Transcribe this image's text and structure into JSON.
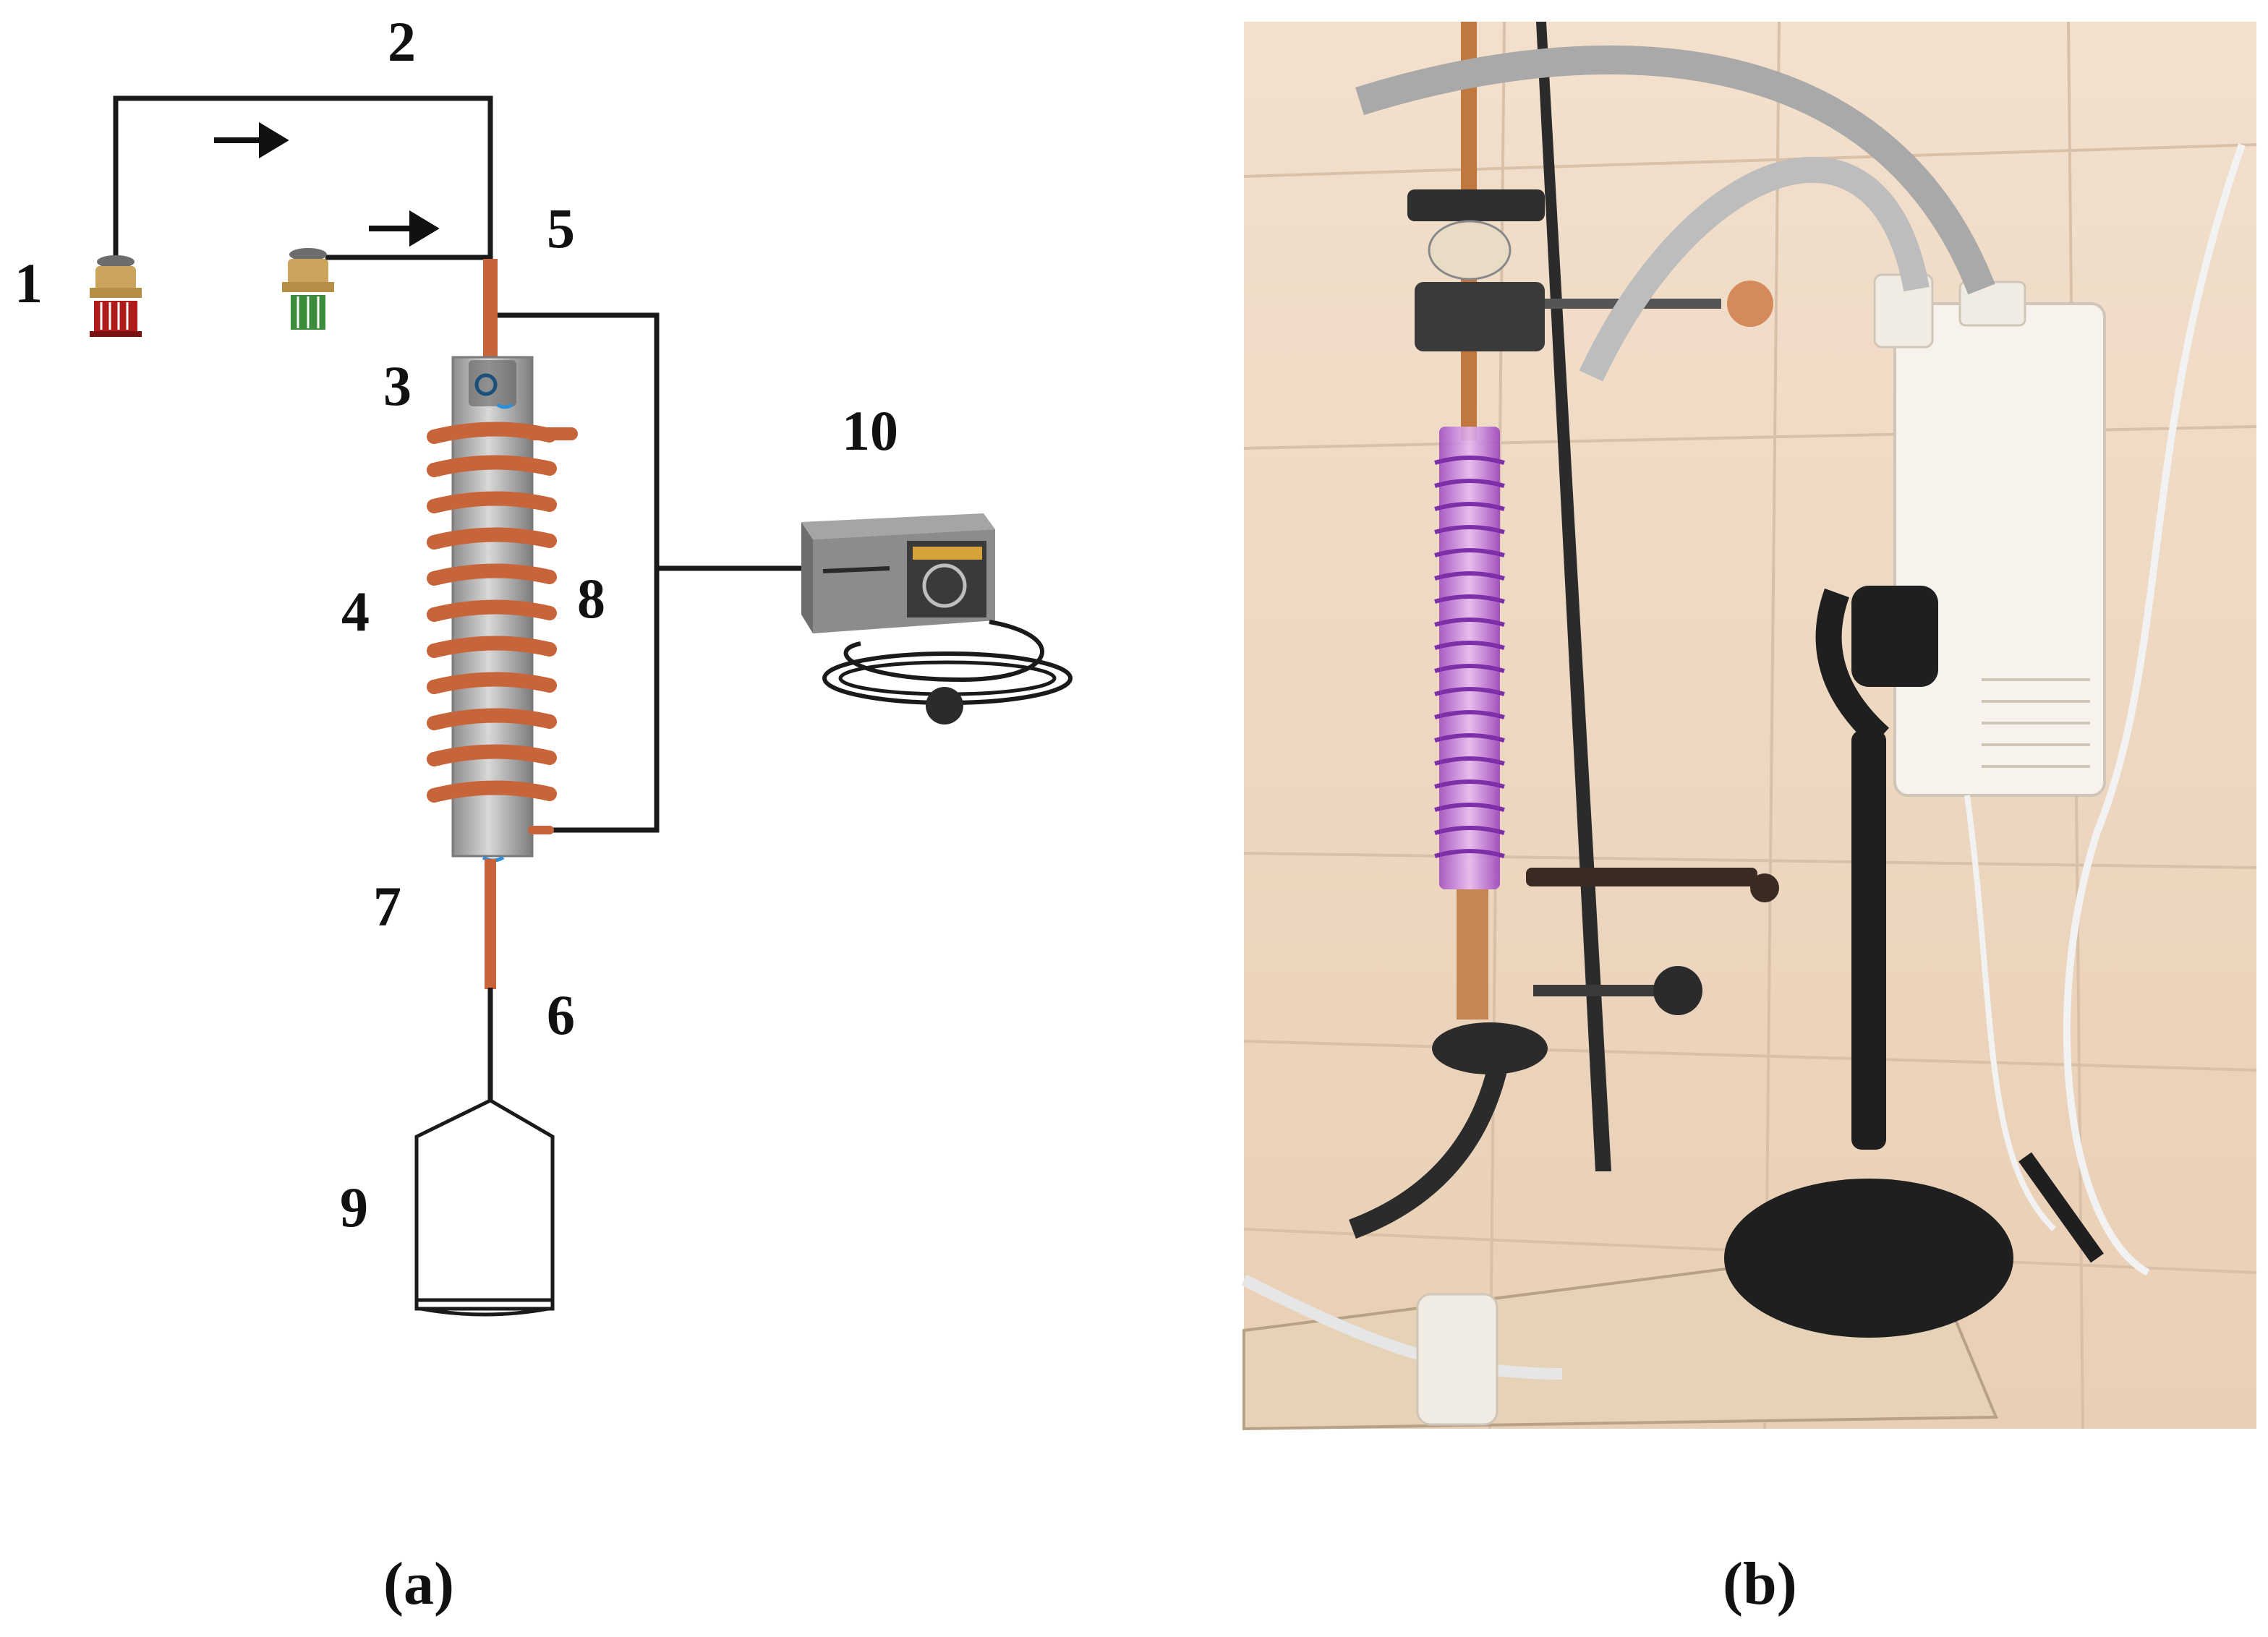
{
  "schematic": {
    "labels": {
      "gas_valve_1": "1",
      "top_line": "2",
      "inlet_cap": "3",
      "coil_electrode": "4",
      "gas_junction": "5",
      "outlet_tube": "6",
      "outlet_cap": "7",
      "ground_wire": "8",
      "collection_bottle": "9",
      "power_supply": "10"
    },
    "caption": "(a)"
  },
  "photo": {
    "caption": "(b)"
  },
  "colors": {
    "line": "#1a1a1a",
    "copper": "#c8643a",
    "tube_glass": "#b9b9b9",
    "plasma_purple": "#b357d1",
    "valve_red": "#b01b1b",
    "valve_green": "#3c8c3c",
    "valve_brass": "#c9a45a",
    "tile_background": "#efd8c0"
  },
  "icons": {
    "flow_arrow": "right-arrow-icon",
    "valve": "gas-valve-icon",
    "power": "power-supply-icon"
  }
}
